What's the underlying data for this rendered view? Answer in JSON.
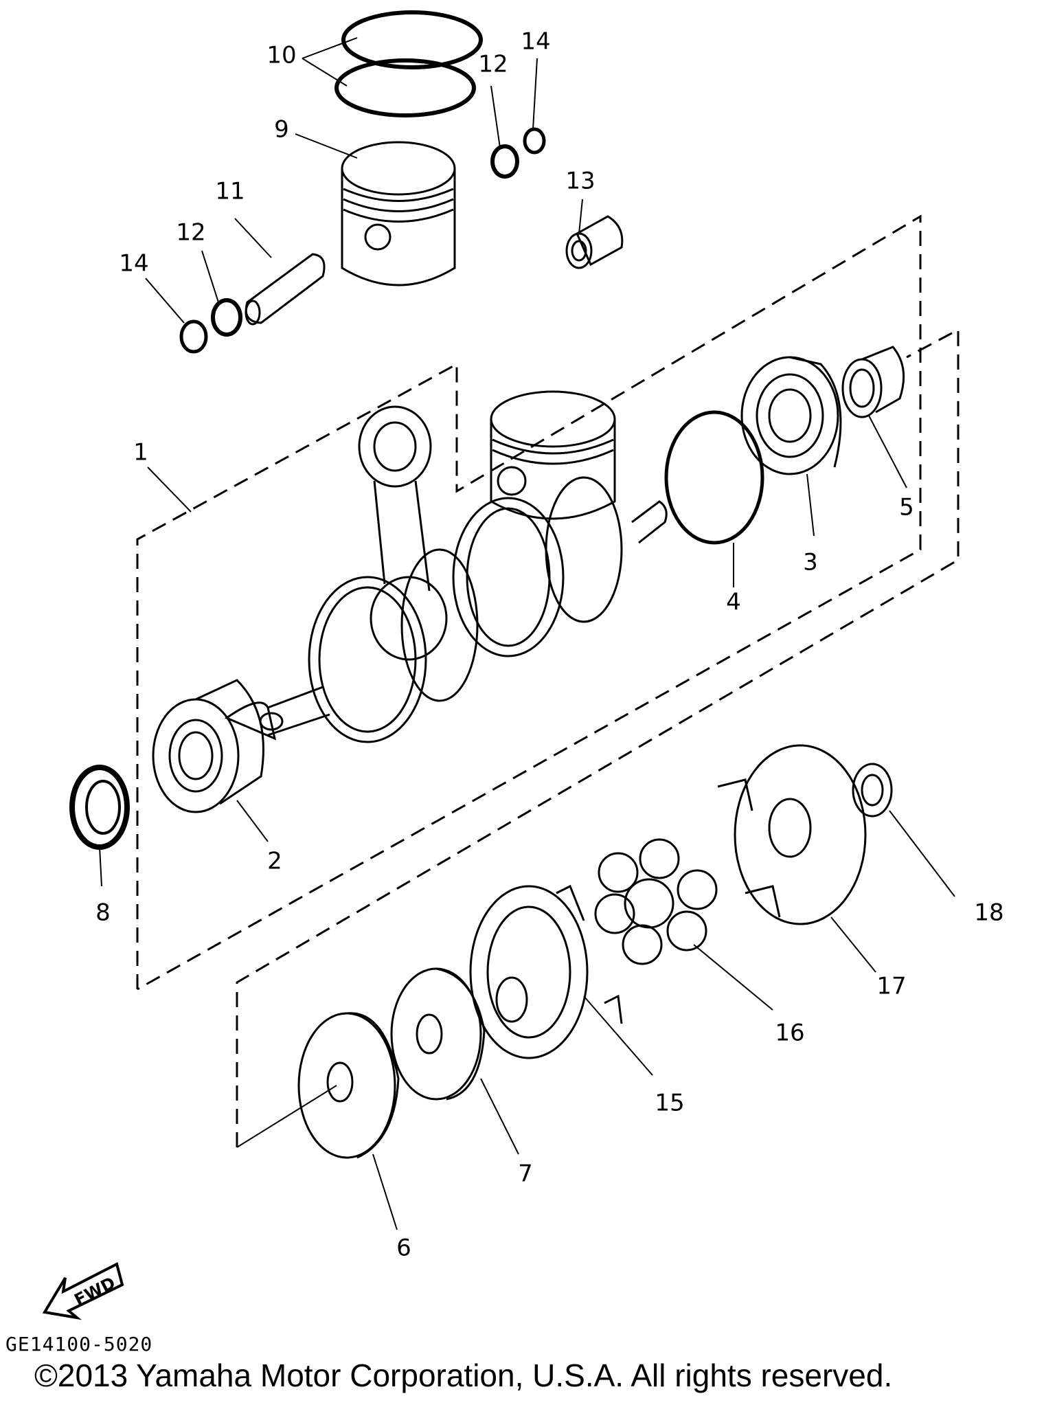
{
  "callouts": [
    {
      "id": "1",
      "label": "1"
    },
    {
      "id": "2",
      "label": "2"
    },
    {
      "id": "3",
      "label": "3"
    },
    {
      "id": "4",
      "label": "4"
    },
    {
      "id": "5",
      "label": "5"
    },
    {
      "id": "6",
      "label": "6"
    },
    {
      "id": "7",
      "label": "7"
    },
    {
      "id": "8",
      "label": "8"
    },
    {
      "id": "9",
      "label": "9"
    },
    {
      "id": "10",
      "label": "10"
    },
    {
      "id": "11",
      "label": "11"
    },
    {
      "id": "12a",
      "label": "12"
    },
    {
      "id": "12b",
      "label": "12"
    },
    {
      "id": "13",
      "label": "13"
    },
    {
      "id": "14a",
      "label": "14"
    },
    {
      "id": "14b",
      "label": "14"
    },
    {
      "id": "15",
      "label": "15"
    },
    {
      "id": "16",
      "label": "16"
    },
    {
      "id": "17",
      "label": "17"
    },
    {
      "id": "18",
      "label": "18"
    }
  ],
  "fwd_label": "FWD",
  "diagram_code": "GE14100-5020",
  "copyright": "©2013 Yamaha Motor Corporation, U.S.A. All rights reserved.",
  "colors": {
    "line": "#000000",
    "background": "#ffffff"
  }
}
